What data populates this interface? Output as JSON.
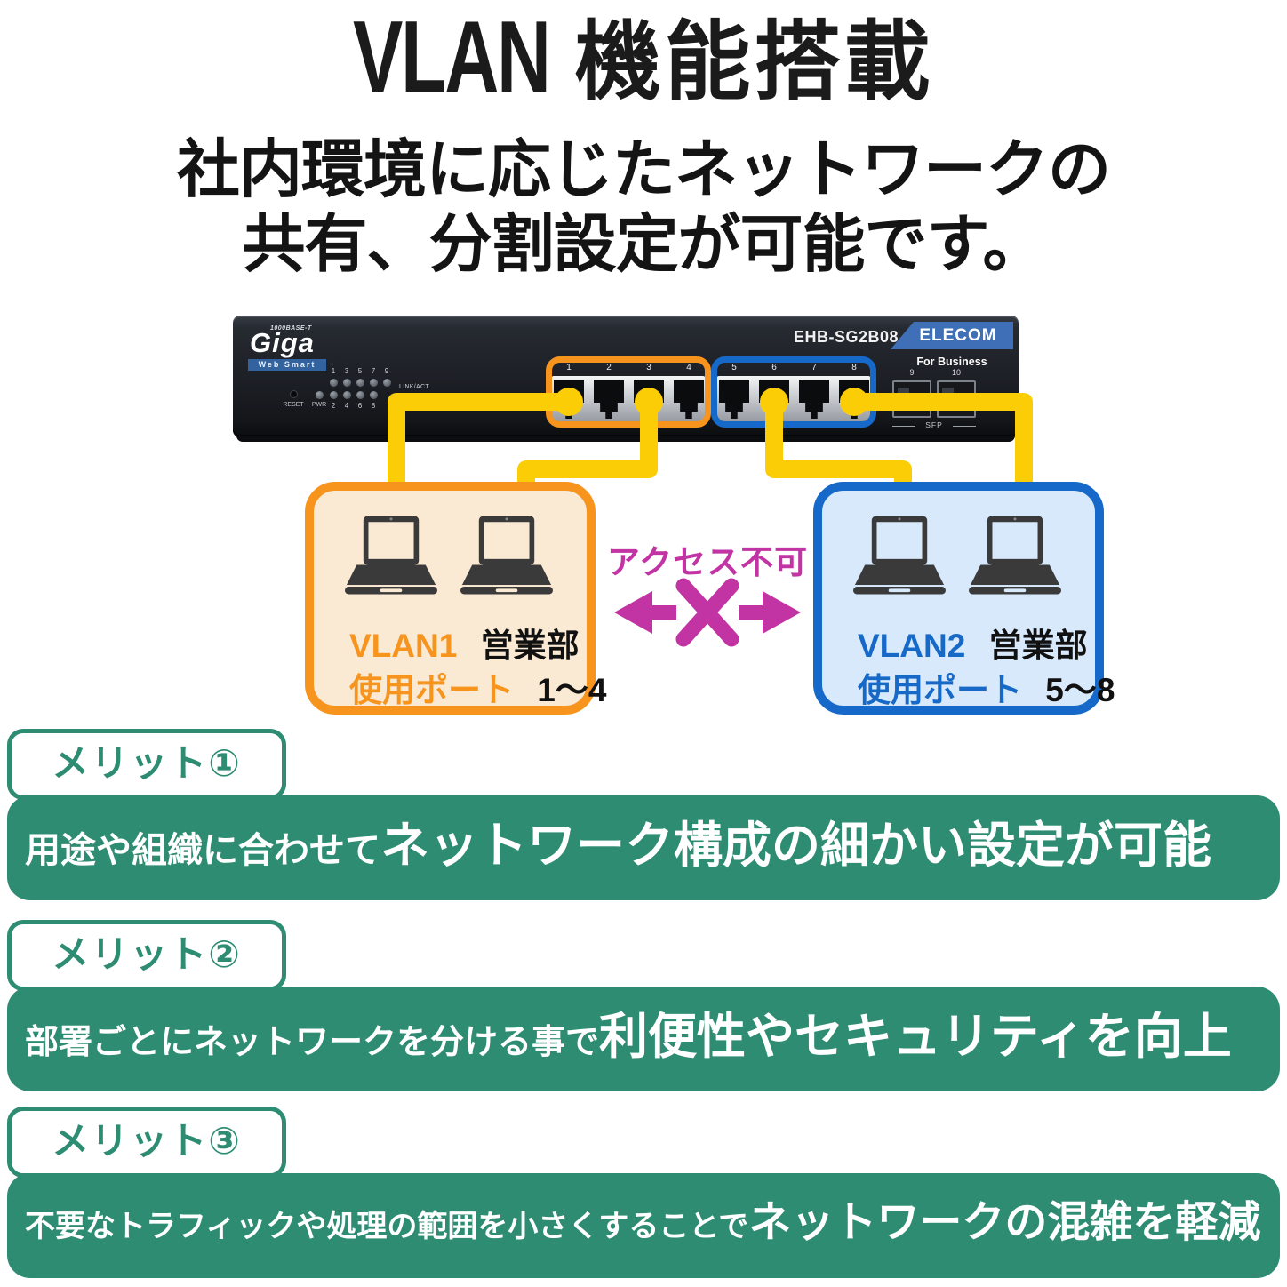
{
  "header": {
    "title_latin": "VLAN",
    "title_jp": "機能搭載",
    "subtitle_line1": "社内環境に応じたネットワークの",
    "subtitle_line2": "共有、分割設定が可能です。"
  },
  "switch": {
    "brand_logo": "Giga",
    "brand_logo_sub": "1000BASE-T",
    "web_smart": "Web Smart",
    "model": "EHB-SG2B08",
    "maker": "ELECOM",
    "for_business": "For Business",
    "reset_label": "RESET",
    "pwr_label": "PWR",
    "link_act_label": "LINK/ACT",
    "led_top_labels": [
      "1",
      "3",
      "5",
      "7",
      "9"
    ],
    "led_bottom_labels": [
      "2",
      "4",
      "6",
      "8"
    ],
    "port_labels": [
      "1",
      "2",
      "3",
      "4",
      "5",
      "6",
      "7",
      "8"
    ],
    "sfp_labels": [
      "9",
      "10"
    ],
    "sfp_caption": "SFP"
  },
  "vlan1": {
    "name": "VLAN1",
    "dept": "営業部",
    "ports_label": "使用ポート",
    "ports_value": "1～4"
  },
  "vlan2": {
    "name": "VLAN2",
    "dept": "営業部",
    "ports_label": "使用ポート",
    "ports_value": "5～8"
  },
  "blocked": {
    "label": "アクセス不可"
  },
  "merits": [
    {
      "tab": "メリット①",
      "lead": "用途や組織に合わせて",
      "emphasis": "ネットワーク構成の細かい設定が可能"
    },
    {
      "tab": "メリット②",
      "lead": "部署ごとにネットワークを分ける事で",
      "emphasis": "利便性やセキュリティを向上"
    },
    {
      "tab": "メリット③",
      "lead": "不要なトラフィックや処理の範囲を小さくすることで",
      "emphasis": "ネットワークの混雑を軽減"
    }
  ],
  "colors": {
    "merit_green": "#2e8c72",
    "vlan1_orange": "#f7941e",
    "vlan1_fill": "#fae9d3",
    "vlan2_blue": "#1669c9",
    "vlan2_fill": "#d7e9fb",
    "blocked_magenta": "#c233a4",
    "cable_yellow": "#fbcd06",
    "banner_blue": "#3e6fb7"
  }
}
